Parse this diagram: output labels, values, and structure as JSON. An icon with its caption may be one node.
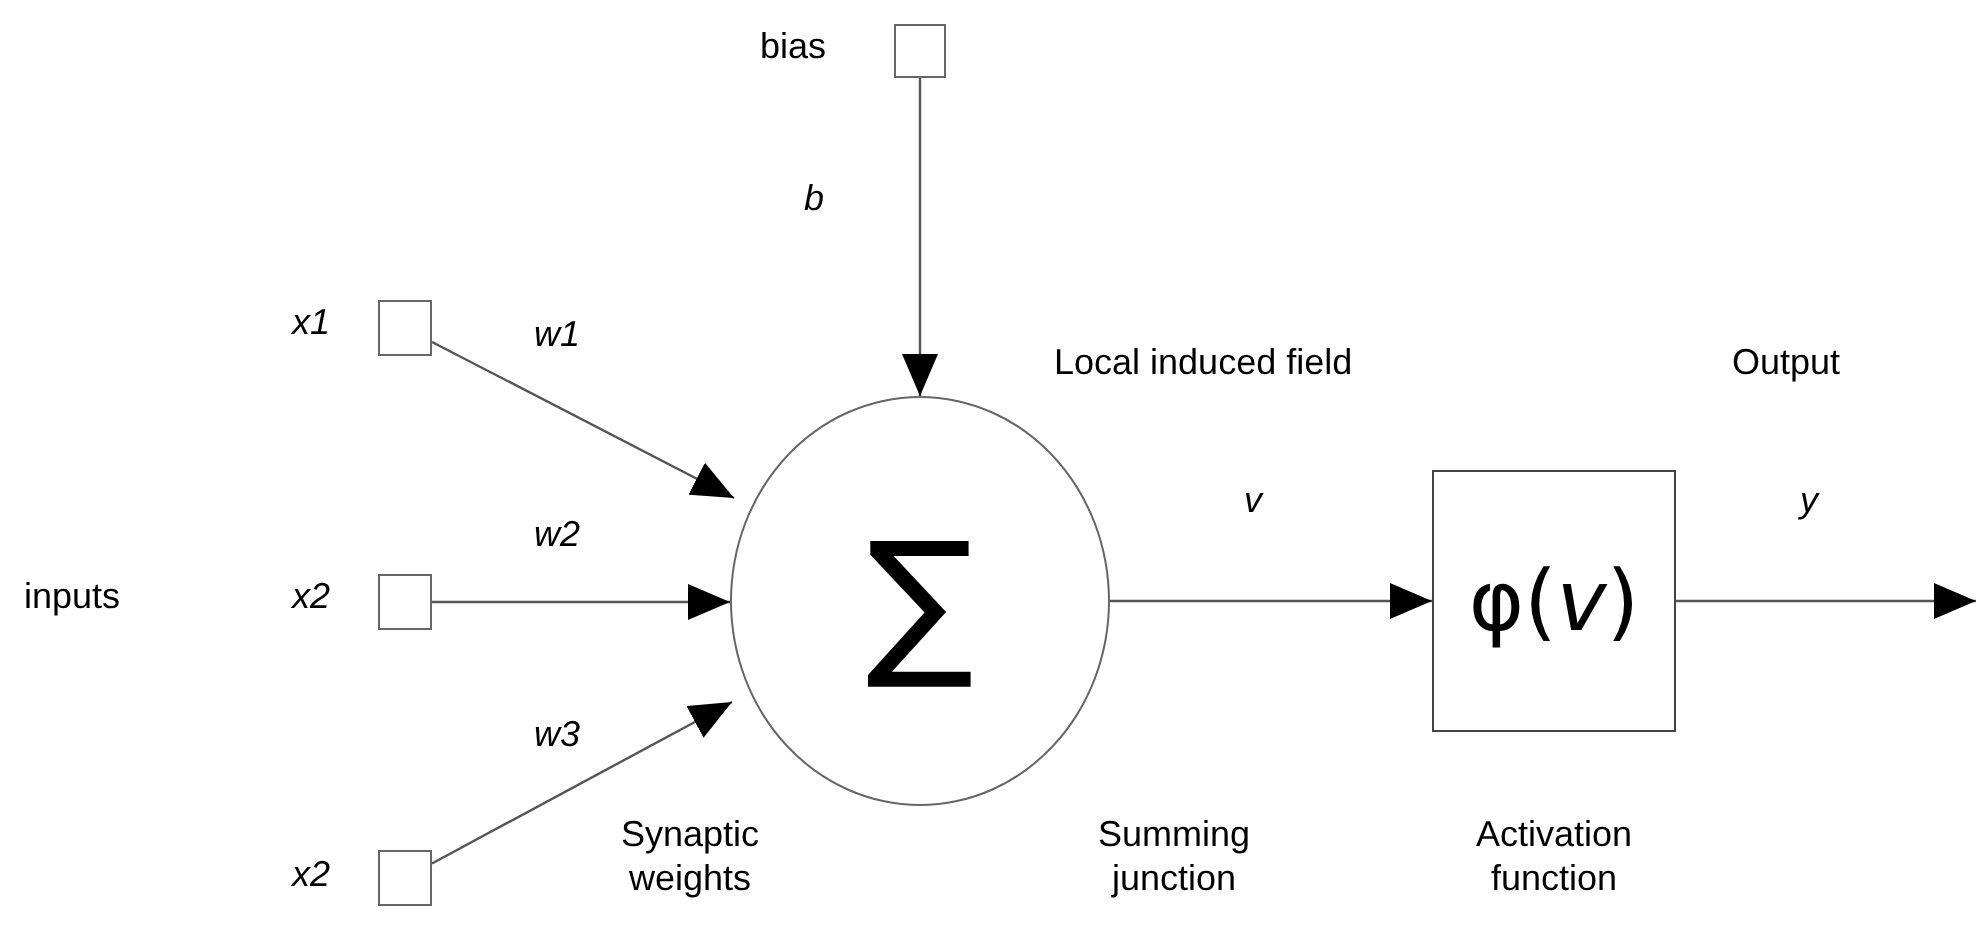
{
  "diagram": {
    "nodes": [
      {
        "text": [],
        "shape": "box",
        "beside": [
          "bias"
        ]
      },
      {
        "text": [],
        "shape": "box",
        "beside": [
          "x1"
        ]
      },
      {
        "text": [],
        "shape": "box",
        "beside": [
          "x2"
        ]
      },
      {
        "text": [],
        "shape": "box",
        "beside": [
          "x2"
        ]
      },
      {
        "text": [
          "∑"
        ],
        "beside": [
          "Summing junction"
        ]
      },
      {
        "text": [
          "φ(*v*)"
        ],
        "beside": [
          "Activation function"
        ]
      }
    ],
    "edges": [
      {
        "from": 0,
        "to": 4,
        "arrow": "to",
        "label": "b"
      },
      {
        "from": 1,
        "to": 4,
        "arrow": "to",
        "label": "w1"
      },
      {
        "from": 2,
        "to": 4,
        "arrow": "to",
        "label": "w2"
      },
      {
        "from": 3,
        "to": 4,
        "arrow": "to",
        "label": "w3"
      },
      {
        "from": 4,
        "to": 5,
        "arrow": "to",
        "label": "v"
      },
      {
        "from": 5,
        "to": null,
        "arrow": "to",
        "label": "y"
      }
    ],
    "labels": [
      "inputs",
      "Synaptic weights",
      "Local induced field",
      "Output"
    ]
  }
}
